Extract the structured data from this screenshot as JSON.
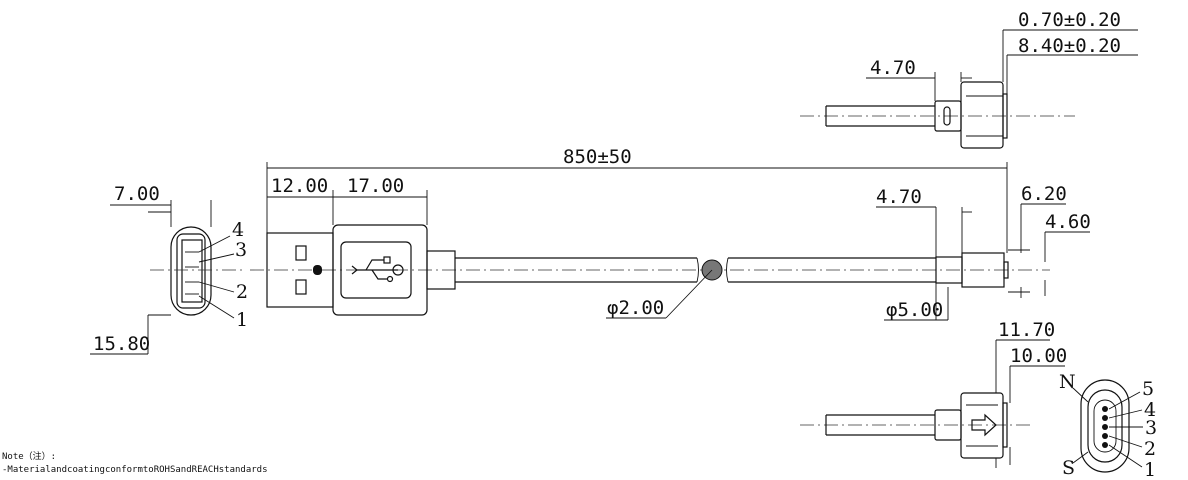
{
  "dimensions": {
    "top_detail_d1": "0.70±0.20",
    "top_detail_d2": "8.40±0.20",
    "top_detail_d3": "4.70",
    "total_length": "850±50",
    "plug_a": "12.00",
    "plug_b": "17.00",
    "front_width": "7.00",
    "front_height": "15.80",
    "cable_dia": "φ2.00",
    "right_4_70": "4.70",
    "right_6_20": "6.20",
    "right_4_60": "4.60",
    "right_dia": "φ5.00",
    "bottom_11_70": "11.70",
    "bottom_10_00": "10.00"
  },
  "usb_pins": [
    "4",
    "3",
    "2",
    "1"
  ],
  "magnetic_pins": [
    "5",
    "4",
    "3",
    "2",
    "1"
  ],
  "pole_n": "N",
  "pole_s": "S",
  "notes": {
    "title": "Note（注）:",
    "line1": "-MaterialandcoatingconformtoROHSandREACHstandards"
  }
}
